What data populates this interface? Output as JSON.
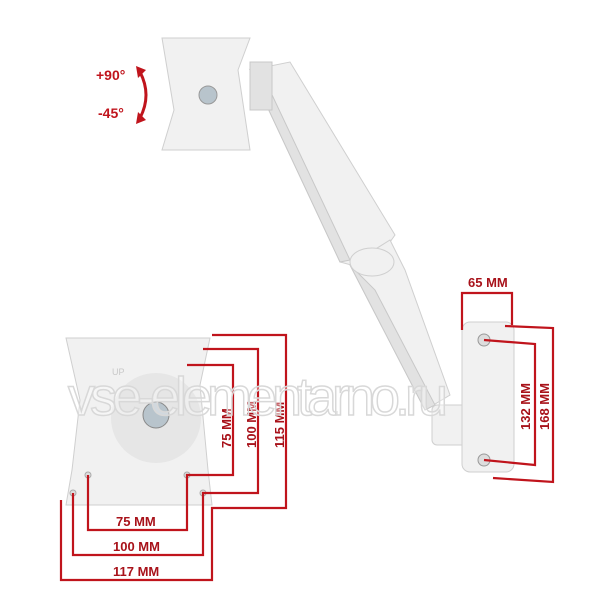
{
  "rotation": {
    "up": "+90°",
    "down": "-45°"
  },
  "wall_plate": {
    "width": "65 MM",
    "hole_spacing": "132 MM",
    "height": "168 MM"
  },
  "vesa_plate": {
    "vertical": [
      "75 MM",
      "100 MM",
      "115 MM"
    ],
    "horizontal": [
      "75 MM",
      "100 MM",
      "117 MM"
    ],
    "up_marking": "UP"
  },
  "watermark": "vse-elementarno.ru",
  "colors": {
    "dimension": "#c0141c",
    "product": "#f1f1f1"
  }
}
